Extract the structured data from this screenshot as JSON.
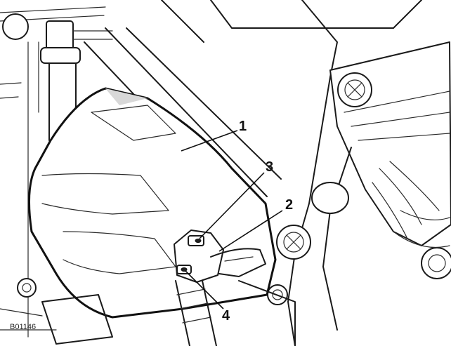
{
  "callouts": [
    "1",
    "2",
    "3",
    "4"
  ],
  "reference_code": "B01146"
}
